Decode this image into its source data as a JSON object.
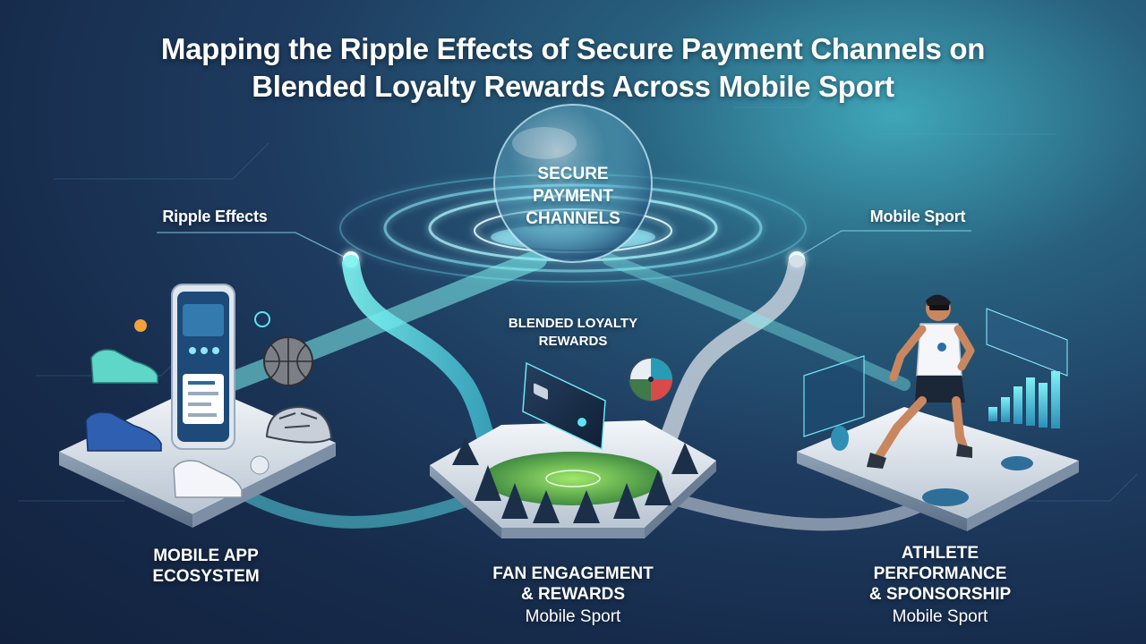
{
  "title": {
    "line1": "Mapping the Ripple Effects of Secure Payment Channels on",
    "line2": "Blended Loyalty Rewards Across Mobile Sport"
  },
  "center_node": {
    "line1": "SECURE",
    "line2": "PAYMENT",
    "line3": "CHANNELS"
  },
  "callouts": {
    "left": "Ripple Effects",
    "right": "Mobile Sport"
  },
  "middle_label": {
    "line1": "BLENDED LOYALTY",
    "line2": "REWARDS"
  },
  "platforms": [
    {
      "line1": "MOBILE APP",
      "line2": "ECOSYSTEM",
      "sub": ""
    },
    {
      "line1": "FAN ENGAGEMENT",
      "line2": "& REWARDS",
      "sub": "Mobile Sport"
    },
    {
      "line1": "ATHLETE",
      "line2": "PERFORMANCE",
      "line3": "& SPONSORSHIP",
      "sub": "Mobile Sport"
    }
  ],
  "icons": [
    "smartphone-icon",
    "sneaker-icon",
    "basketball-icon",
    "helmet-icon",
    "credit-card-icon",
    "stadium-crowd-icon",
    "prize-wheel-icon",
    "athlete-icon",
    "bar-chart-icon"
  ],
  "colors": {
    "accent": "#5fe3f0",
    "background_dark": "#162a4a",
    "background_light": "#3fa6b8",
    "platform": "#dfe6ee"
  }
}
